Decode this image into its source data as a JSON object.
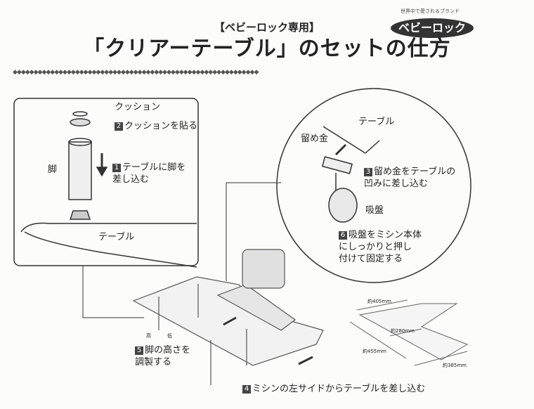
{
  "header": {
    "subtitle": "【ベビーロック専用】",
    "title": "「クリアーテーブル」のセットの仕方",
    "brand_tagline": "世界中で愛されるブランド",
    "brand_logo": "ベビーロック",
    "divider": "◆◆◆◆◆◆◆◆◆◆◆◆◆◆◆◆◆◆◆◆◆◆◆◆◆◆◆◆◆◆◆◆◆◆◆◆◆◆◆◆◆◆◆◆◆◆◆◆◆◆◆◆◆◆◆◆◆◆◆"
  },
  "steps": [
    {
      "num": "1",
      "text": "テーブルに脚を\n差し込む"
    },
    {
      "num": "2",
      "text": "クッションを貼る"
    },
    {
      "num": "3",
      "text": "留め金をテーブルの\n凹みに差し込む"
    },
    {
      "num": "4",
      "text": "ミシンの左サイドからテーブルを差し込む"
    },
    {
      "num": "5",
      "text": "脚の高さを\n調製する"
    },
    {
      "num": "6",
      "text": "吸盤をミシン本体\nにしっかりと押し\n付けて固定する"
    }
  ],
  "labels": {
    "cushion": "クッション",
    "leg": "脚",
    "table_left": "テーブル",
    "table_circle": "テーブル",
    "clasp": "留め金",
    "suction": "吸盤",
    "high": "高",
    "low": "低"
  },
  "dimensions": {
    "top": "約405mm",
    "inner": "約280mm",
    "left": "約455mm",
    "bottom": "約385mm"
  }
}
